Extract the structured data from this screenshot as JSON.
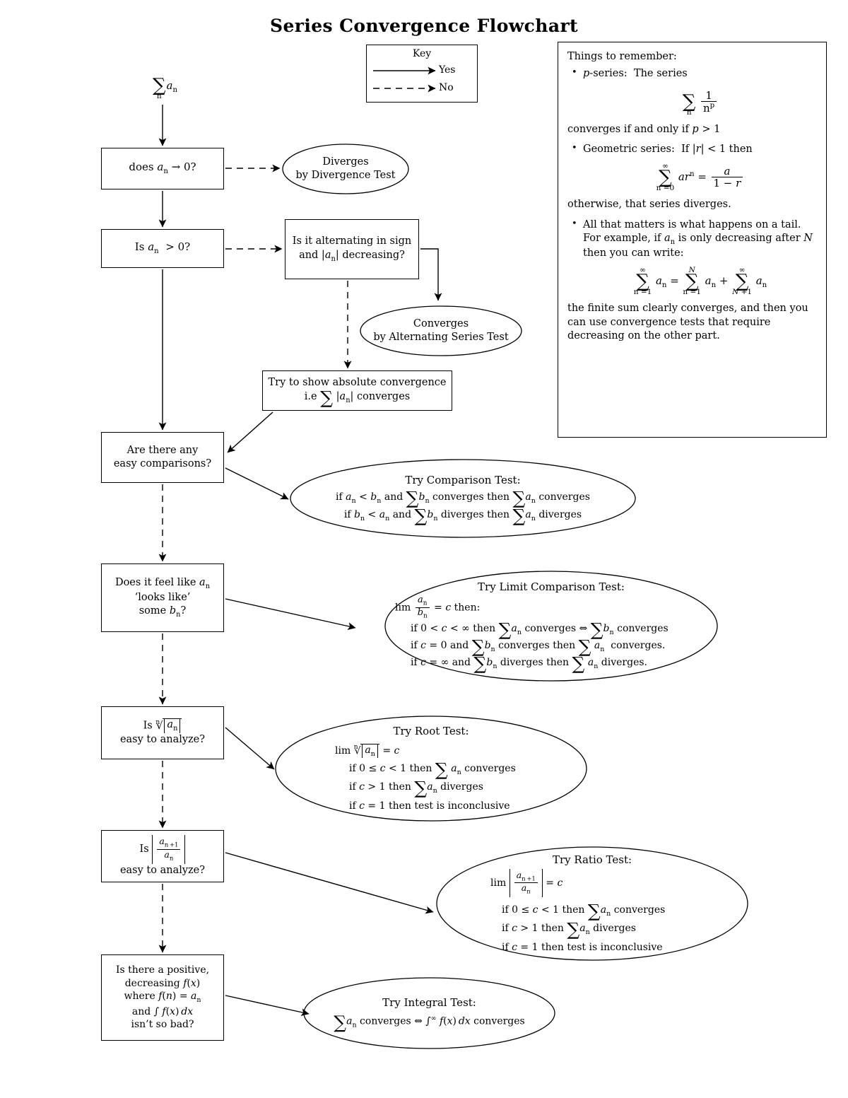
{
  "title": "Series Convergence Flowchart",
  "key": {
    "label": "Key",
    "yes": "Yes",
    "no": "No"
  },
  "start_node": {
    "text": "∑ₙ aₙ"
  },
  "remember": {
    "heading": "Things to remember:",
    "items": [
      {
        "lead": "p-series:  The series",
        "formula": "∑ₙ 1/n^p",
        "tail": "converges if and only if p > 1"
      },
      {
        "lead": "Geometric series:  If |r| < 1 then",
        "formula": "∑_{n=0}^{∞} a r^n = a/(1−r)",
        "tail": "otherwise, that series diverges."
      },
      {
        "lead": "All that matters is what happens on a tail. For example, if aₙ is only decreasing after N then you can write:",
        "formula": "∑_{n=1}^{∞} aₙ = ∑_{n=1}^{N} aₙ + ∑_{N+1}^{∞} aₙ",
        "tail": "the finite sum clearly converges, and then you can use convergence tests that require decreasing on the other part."
      }
    ]
  },
  "nodes": {
    "divergence_q": "does aₙ → 0?",
    "divergence_result": "Diverges by Divergence Test",
    "positive_q": "Is aₙ > 0?",
    "alternating_q": "Is it alternating in sign and |aₙ| decreasing?",
    "alternating_result": "Converges by Alternating Series Test",
    "absolute_box": "Try to show absolute convergence i.e ∑ |aₙ| converges",
    "comparison_q": "Are there any easy comparisons?",
    "comparison_test_title": "Try Comparison Test:",
    "comparison_line1": "if aₙ < bₙ and ∑ bₙ converges then ∑ aₙ converges",
    "comparison_line2": "if bₙ < aₙ and ∑ bₙ diverges then ∑ aₙ diverges",
    "limcomp_q": "Does it feel like aₙ 'looks like' some bₙ?",
    "limcomp_title": "Try Limit Comparison Test:",
    "limcomp_line0": "lim aₙ/bₙ = c then:",
    "limcomp_line1": "if 0 < c < ∞ then ∑ aₙ converges ⇔ ∑ bₙ converges",
    "limcomp_line2": "if c = 0 and ∑ bₙ converges then ∑ aₙ converges.",
    "limcomp_line3": "if c = ∞ and ∑ bₙ diverges then ∑ aₙ diverges.",
    "root_q": "Is ⁿ√|aₙ| easy to analyze?",
    "root_title": "Try Root Test:",
    "root_line0": "lim ⁿ√|aₙ| = c",
    "root_line1": "if 0 ≤ c < 1 then ∑ aₙ converges",
    "root_line2": "if c > 1 then ∑ aₙ diverges",
    "root_line3": "if c = 1 then test is inconclusive",
    "ratio_q": "Is |aₙ₊₁/aₙ| easy to analyze?",
    "ratio_title": "Try Ratio Test:",
    "ratio_line0": "lim |aₙ₊₁/aₙ| = c",
    "ratio_line1": "if 0 ≤ c < 1 then ∑ aₙ converges",
    "ratio_line2": "if c > 1 then ∑ aₙ diverges",
    "ratio_line3": "if c = 1 then test is inconclusive",
    "integral_q": "Is there a positive, decreasing f(x) where f(n) = aₙ and ∫ f(x) dx isn't so bad?",
    "integral_title": "Try Integral Test:",
    "integral_line": "∑ aₙ converges ⇔ ∫∞ f(x) dx converges"
  },
  "colors": {
    "ink": "#000000",
    "paper": "#ffffff"
  }
}
